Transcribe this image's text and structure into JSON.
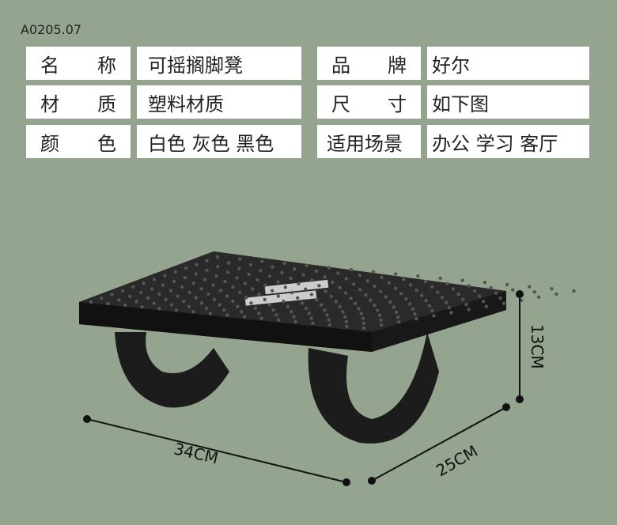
{
  "product_code": "A0205.07",
  "specs": [
    {
      "label": [
        "名",
        "称"
      ],
      "value": "可摇搁脚凳"
    },
    {
      "label": [
        "品",
        "牌"
      ],
      "value": "好尔"
    },
    {
      "label": [
        "材",
        "质"
      ],
      "value": "塑料材质"
    },
    {
      "label": [
        "尺",
        "寸"
      ],
      "value": "如下图"
    },
    {
      "label": [
        "颜",
        "色"
      ],
      "value": "白色 灰色 黑色"
    },
    {
      "label": [
        "适用场景"
      ],
      "value": "办公 学习 客厅"
    }
  ],
  "dimensions": {
    "length": "34CM",
    "width": "25CM",
    "height": "13CM"
  },
  "colors": {
    "background": "#95a48f",
    "stool": "#1c1c1c"
  }
}
